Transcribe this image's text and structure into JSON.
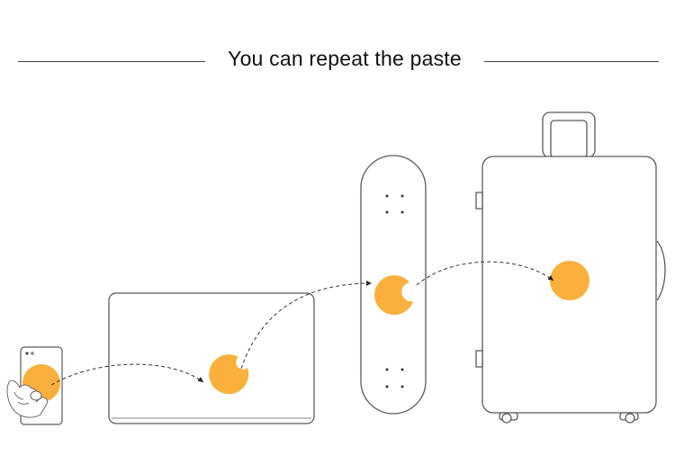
{
  "header": {
    "title": "You can repeat the paste"
  },
  "colors": {
    "sticker": "#FBB03B",
    "outline": "#5a5a5a",
    "arrow": "#333333"
  },
  "objects": [
    "phone",
    "laptop",
    "skateboard",
    "suitcase"
  ],
  "icons": [
    "hand-icon",
    "sticker-dot-icon",
    "dashed-arrow-icon"
  ]
}
